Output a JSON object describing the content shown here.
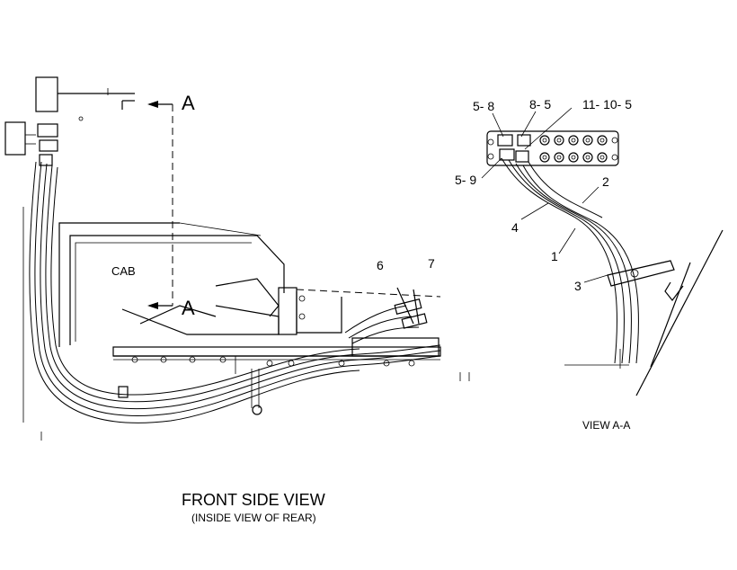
{
  "section_marks": {
    "top": "A",
    "bottom": "A"
  },
  "left_view": {
    "cab_label": "CAB",
    "callouts": [
      "6",
      "7"
    ],
    "title": "FRONT SIDE VIEW",
    "subtitle": "(INSIDE VIEW OF REAR)"
  },
  "right_view": {
    "callouts": [
      "5- 8",
      "8- 5",
      "11- 10- 5",
      "5- 9",
      "2",
      "4",
      "1",
      "3"
    ],
    "title": "VIEW A-A"
  }
}
